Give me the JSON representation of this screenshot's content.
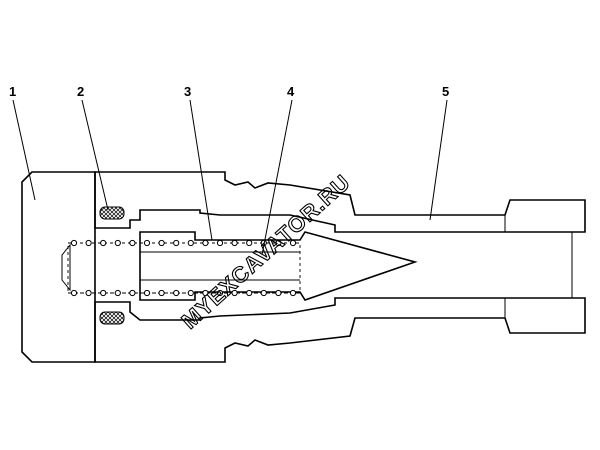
{
  "callouts": [
    {
      "id": "1",
      "label": "1"
    },
    {
      "id": "2",
      "label": "2"
    },
    {
      "id": "3",
      "label": "3"
    },
    {
      "id": "4",
      "label": "4"
    },
    {
      "id": "5",
      "label": "5"
    }
  ],
  "watermark": "MYEXCAVATOR.RU",
  "colors": {
    "line": "#000000",
    "background": "#ffffff"
  }
}
